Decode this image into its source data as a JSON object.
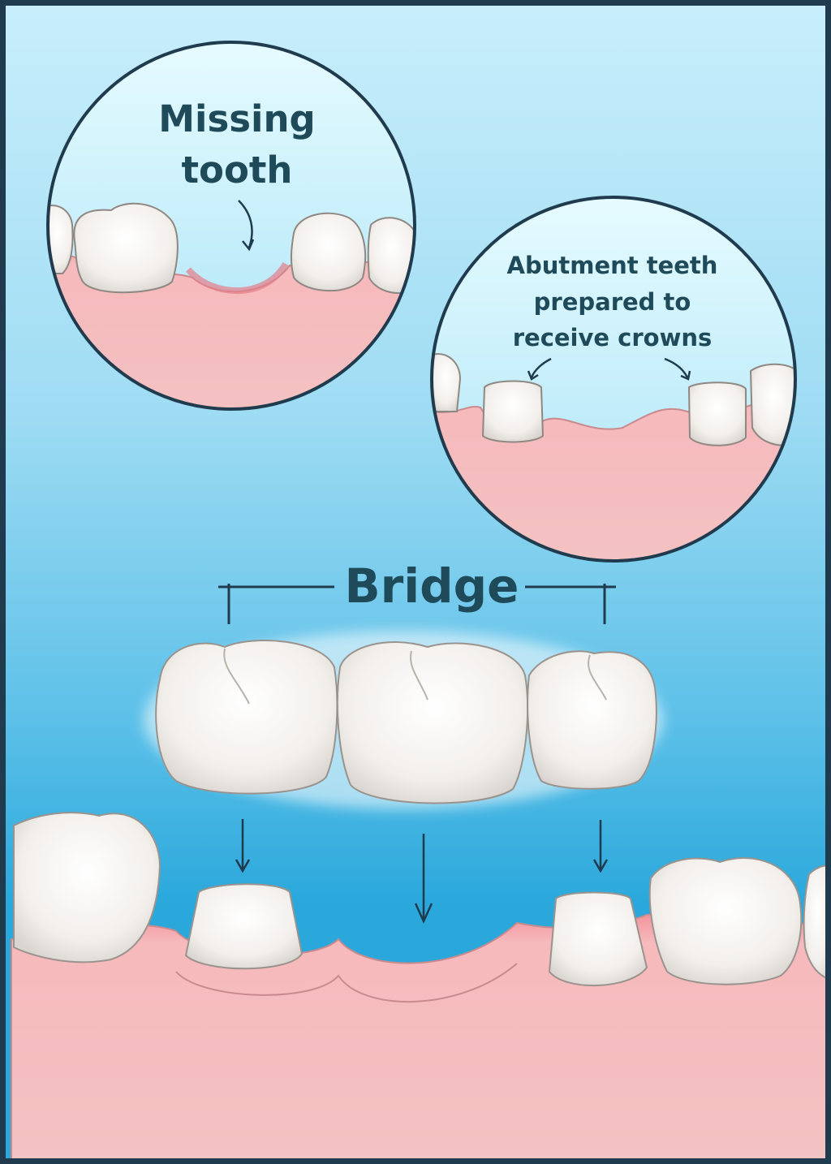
{
  "labels": {
    "missing_tooth": "Missing\ntooth",
    "abutment": "Abutment teeth\nprepared to\nreceive crowns",
    "bridge": "Bridge"
  },
  "colors": {
    "text": "#1e4a5a",
    "gum": "#f2b5b8",
    "tooth": "#f4f1ee",
    "frame": "#1f3b4d"
  }
}
